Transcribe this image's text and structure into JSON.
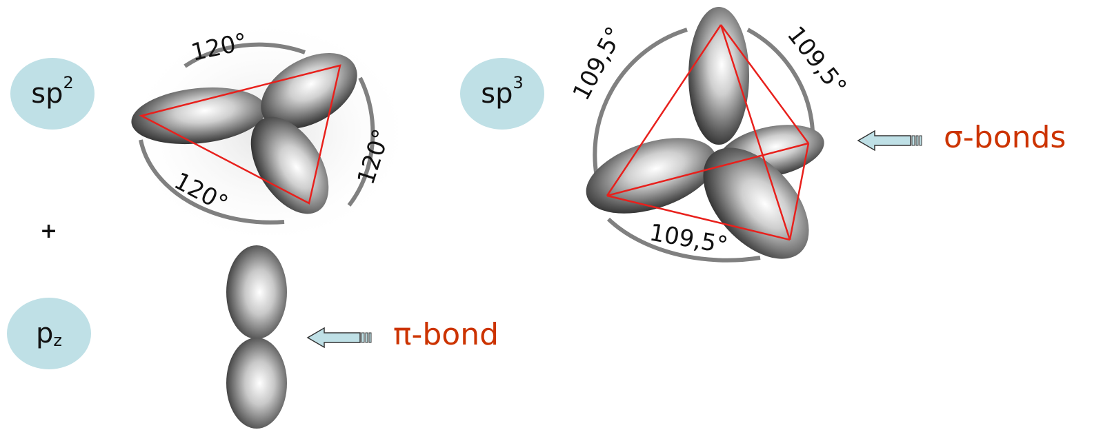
{
  "badges": {
    "sp2": {
      "base": "sp",
      "sup": "2"
    },
    "sp3": {
      "base": "sp",
      "sup": "3"
    },
    "pz": {
      "base": "p",
      "sub": "z"
    }
  },
  "plus_sign": "+",
  "sp2_angles": [
    "120°",
    "120°",
    "120°"
  ],
  "sp3_angles": [
    "109,5°",
    "109,5°",
    "109,5°"
  ],
  "labels": {
    "pi_bond": "π-bond",
    "sigma_bonds": "σ-bonds"
  },
  "colors": {
    "badge_fill": "#bfe0e6",
    "label_text": "#cc3300",
    "triangle_stroke": "#e8201c",
    "arc_stroke": "#808080",
    "arrow_fill": "#bfe0e6"
  }
}
